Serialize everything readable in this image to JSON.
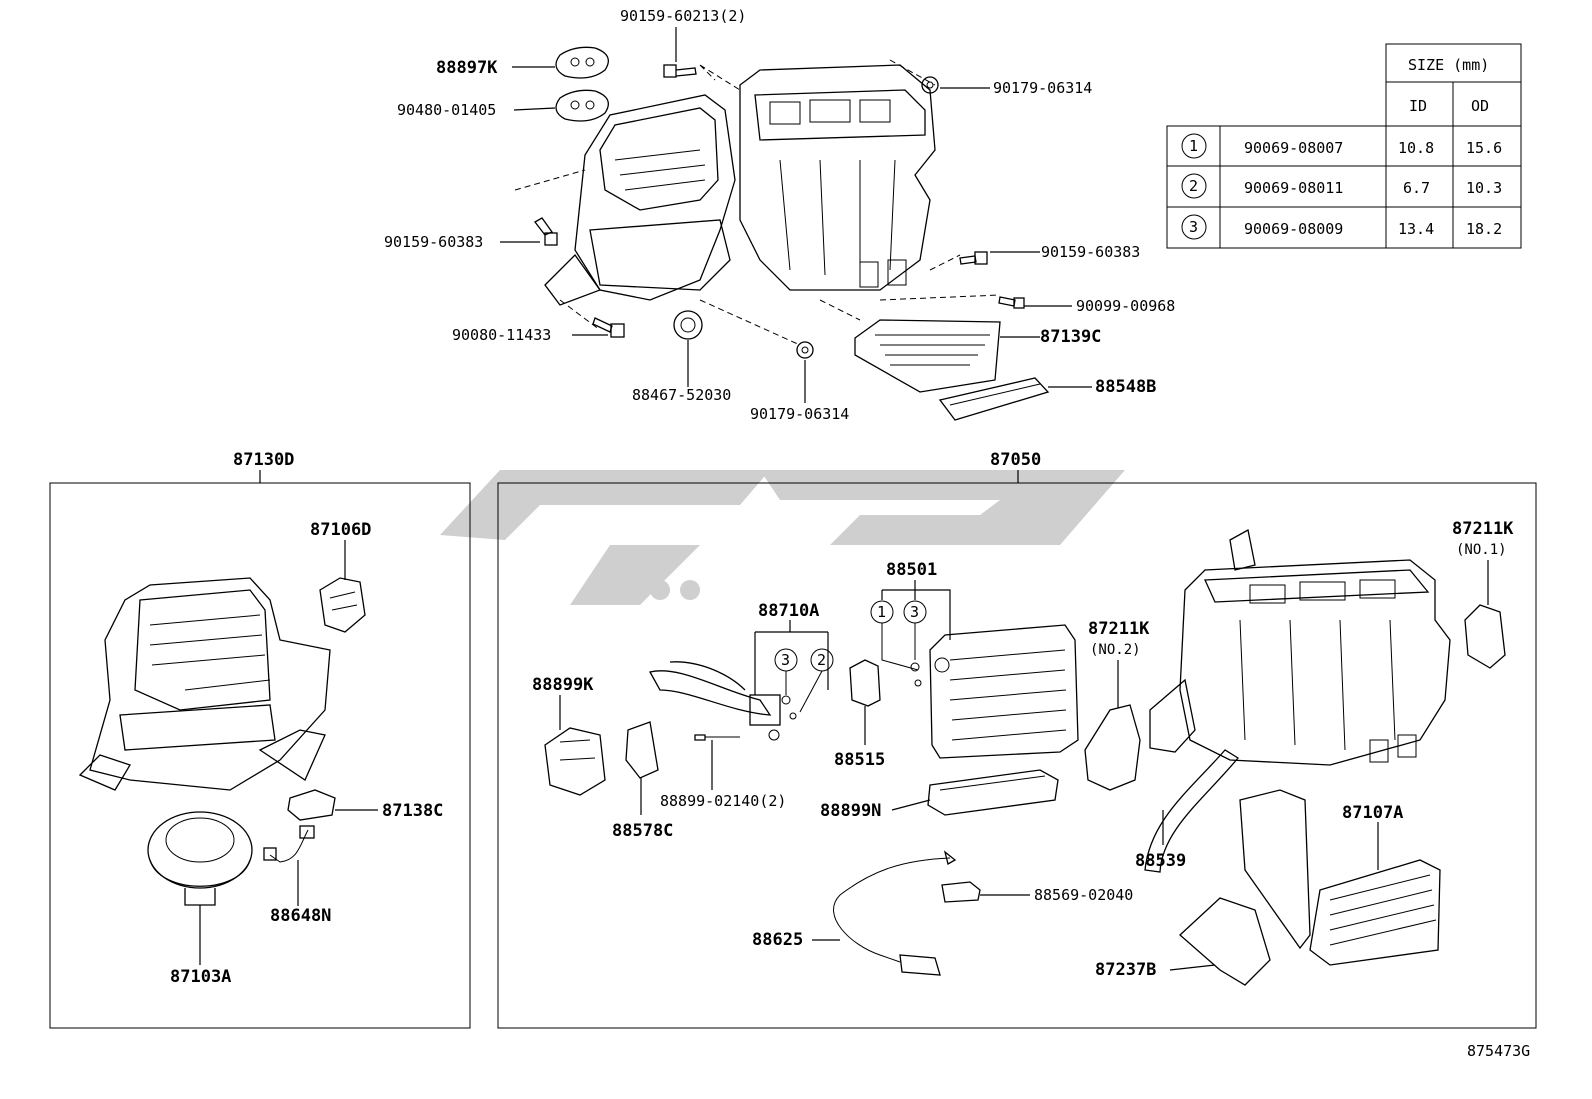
{
  "diagram_id": "875473G",
  "size_table": {
    "header": "SIZE (mm)",
    "col_id": "ID",
    "col_od": "OD",
    "rows": [
      {
        "mark": "1",
        "part": "90069-08007",
        "id": "10.8",
        "od": "15.6"
      },
      {
        "mark": "2",
        "part": "90069-08011",
        "id": "6.7",
        "od": "10.3"
      },
      {
        "mark": "3",
        "part": "90069-08009",
        "id": "13.4",
        "od": "18.2"
      }
    ]
  },
  "top_labels": {
    "p90159_60213": "90159-60213(2)",
    "p88897K": "88897K",
    "p90480_01405": "90480-01405",
    "p90179_06314_a": "90179-06314",
    "p90159_60383_a": "90159-60383",
    "p90159_60383_b": "90159-60383",
    "p90099_00968": "90099-00968",
    "p90080_11433": "90080-11433",
    "p87139C": "87139C",
    "p88467_52030": "88467-52030",
    "p90179_06314_b": "90179-06314",
    "p88548B": "88548B"
  },
  "left_box": {
    "title": "87130D",
    "p87106D": "87106D",
    "p87138C": "87138C",
    "p88648N": "88648N",
    "p87103A": "87103A"
  },
  "right_box": {
    "title": "87050",
    "p88501": "88501",
    "p88710A": "88710A",
    "p88899K": "88899K",
    "p88515": "88515",
    "p88578C": "88578C",
    "p88899_02140": "88899-02140(2)",
    "p88899N": "88899N",
    "p87211K_no2": "87211K",
    "p87211K_no2_sub": "(NO.2)",
    "p87211K_no1": "87211K",
    "p87211K_no1_sub": "(NO.1)",
    "p88539": "88539",
    "p87107A": "87107A",
    "p88569_02040": "88569-02040",
    "p88625": "88625",
    "p87237B": "87237B",
    "marks": {
      "m1": "1",
      "m3a": "3",
      "m3b": "3",
      "m2": "2"
    }
  }
}
